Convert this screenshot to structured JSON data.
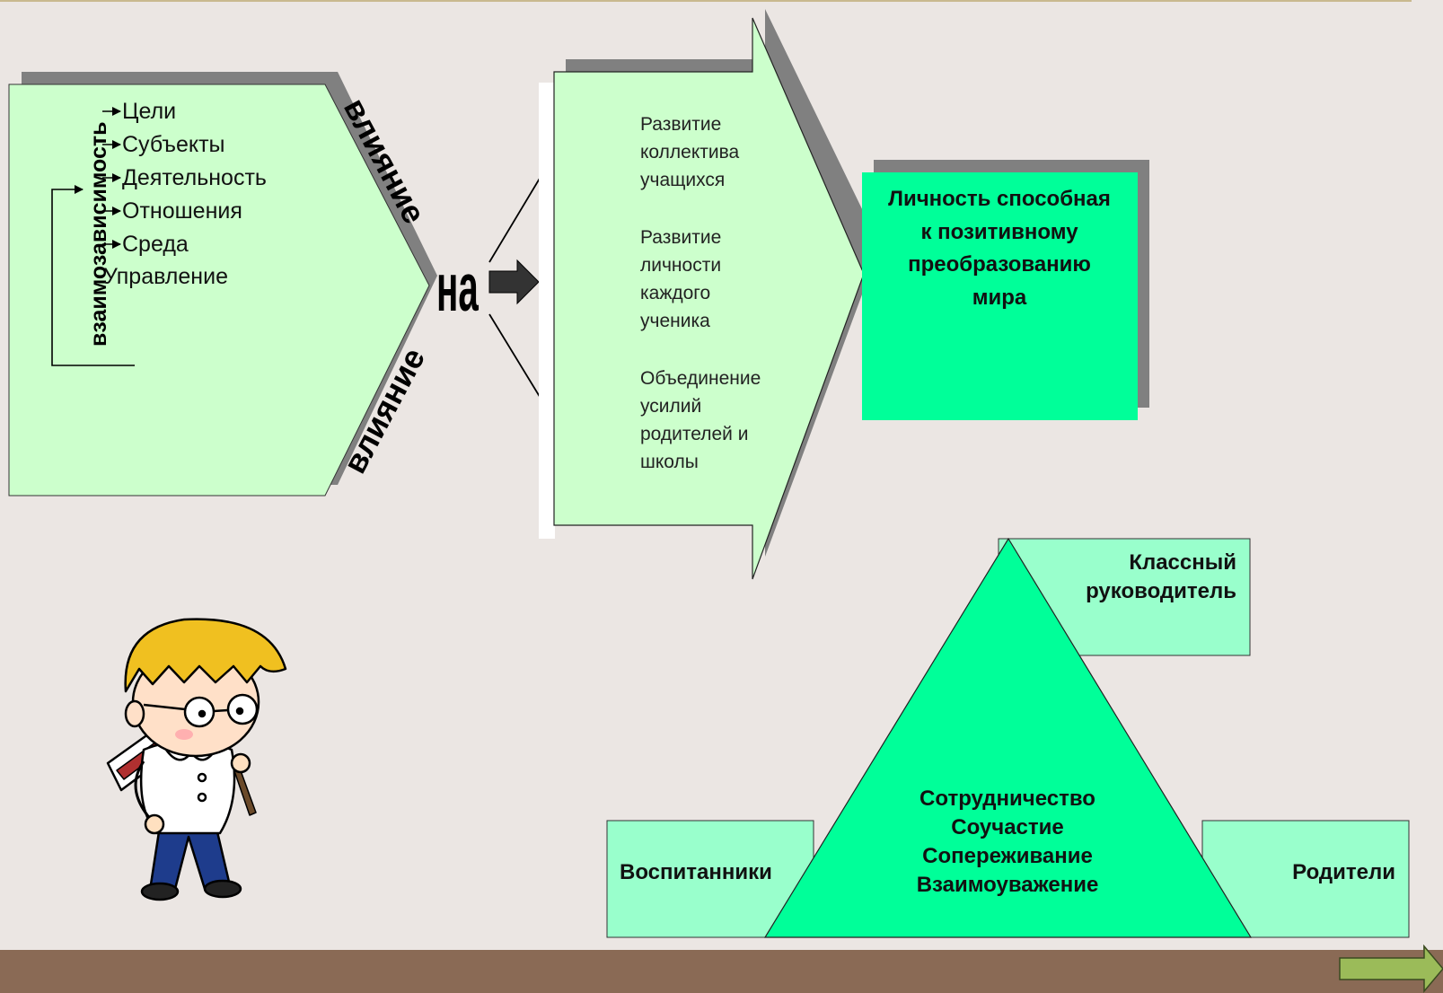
{
  "colors": {
    "background": "#ebe6e3",
    "light_green": "#ccffcc",
    "bright_green": "#00ff99",
    "mint_box": "#99ffcc",
    "shadow": "#808080",
    "footer": "#8a6a55",
    "next_arrow": "#9bbb59"
  },
  "left_shape": {
    "vertical_label": "взаимозависимость",
    "items": [
      "Цели",
      "Субъекты",
      "Деятельность",
      "Отношения",
      "Среда",
      "Управление"
    ]
  },
  "influence": {
    "top_word": "влияние",
    "bottom_word": "влияние",
    "center_word": "на"
  },
  "big_arrow": {
    "items": [
      [
        "Развитие",
        "коллектива",
        "учащихся"
      ],
      [
        "Развитие",
        "личности",
        "каждого",
        "ученика"
      ],
      [
        "Объединение",
        "усилий",
        "родителей и",
        "школы"
      ]
    ]
  },
  "result_box": {
    "lines": [
      "Личность способная",
      "к позитивному",
      "преобразованию",
      "мира"
    ]
  },
  "triangle": {
    "lines": [
      "Сотрудничество",
      "Соучастие",
      "Сопереживание",
      "Взаимоуважение"
    ],
    "top_box": [
      "Классный",
      "руководитель"
    ],
    "left_box": "Воспитанники",
    "right_box": "Родители"
  },
  "navigation": {
    "next_icon": "next-arrow-icon"
  }
}
